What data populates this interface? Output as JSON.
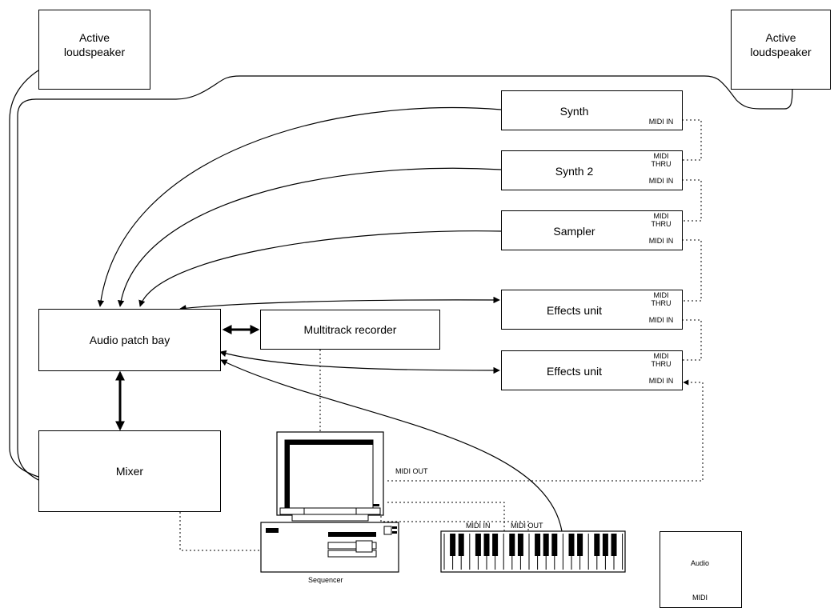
{
  "speaker_left": {
    "line1": "Active",
    "line2": "loudspeaker"
  },
  "speaker_right": {
    "line1": "Active",
    "line2": "loudspeaker"
  },
  "synth": {
    "name": "Synth",
    "midi_in": "MIDI IN"
  },
  "synth2": {
    "name": "Synth 2",
    "midi_thru_1": "MIDI",
    "midi_thru_2": "THRU",
    "midi_in": "MIDI IN"
  },
  "sampler": {
    "name": "Sampler",
    "midi_thru_1": "MIDI",
    "midi_thru_2": "THRU",
    "midi_in": "MIDI IN"
  },
  "effects1": {
    "name": "Effects unit",
    "midi_thru_1": "MIDI",
    "midi_thru_2": "THRU",
    "midi_in": "MIDI IN"
  },
  "effects2": {
    "name": "Effects unit",
    "midi_thru_1": "MIDI",
    "midi_thru_2": "THRU",
    "midi_in": "MIDI IN"
  },
  "patch_bay": {
    "name": "Audio patch bay"
  },
  "recorder": {
    "name": "Multitrack recorder"
  },
  "mixer": {
    "name": "Mixer"
  },
  "computer": {
    "midi_out": "MIDI OUT",
    "caption": "Sequencer"
  },
  "keyboard": {
    "midi_in": "MIDI IN",
    "midi_out": "MIDI OUT"
  },
  "legend": {
    "audio": "Audio",
    "midi": "MIDI"
  }
}
